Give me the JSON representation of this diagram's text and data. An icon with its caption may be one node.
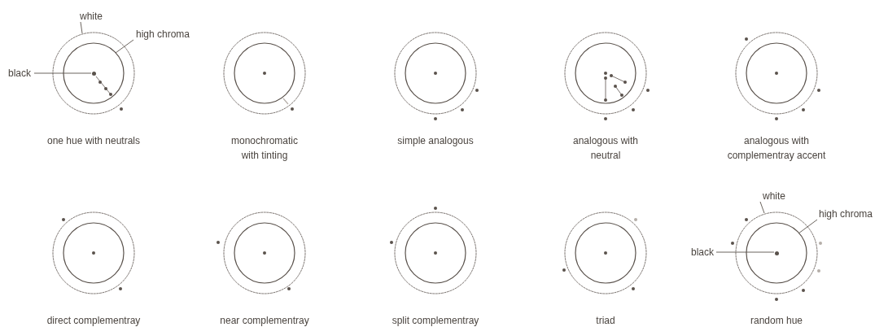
{
  "diagram": {
    "nodes": [
      {
        "text": [
          "white"
        ]
      },
      {
        "text": [
          "high chroma"
        ]
      },
      {
        "text": [
          "black"
        ]
      },
      {
        "text": [],
        "shape": "circle",
        "beside": [
          "one hue with neutrals"
        ]
      },
      {
        "text": [],
        "shape": "circle",
        "in": 3
      },
      {
        "text": [],
        "shape": "circle",
        "in": 4
      },
      {
        "text": [],
        "shape": "circle",
        "beside": [
          "monochromatic with tinting"
        ]
      },
      {
        "text": [],
        "shape": "circle",
        "beside": [
          "simple analogous"
        ]
      },
      {
        "text": [],
        "shape": "circle",
        "beside": [
          "analogous with neutral"
        ]
      },
      {
        "text": [],
        "shape": "circle",
        "beside": [
          "analogous with complementray accent"
        ]
      },
      {
        "text": [],
        "shape": "circle",
        "beside": [
          "direct complementray"
        ]
      },
      {
        "text": [],
        "shape": "circle",
        "beside": [
          "near complementray"
        ]
      },
      {
        "text": [],
        "shape": "circle",
        "beside": [
          "split complementray"
        ]
      },
      {
        "text": [],
        "shape": "circle",
        "beside": [
          "triad"
        ]
      },
      {
        "text": [
          "white"
        ]
      },
      {
        "text": [
          "high chroma"
        ]
      },
      {
        "text": [
          "black"
        ]
      },
      {
        "text": [],
        "shape": "circle",
        "beside": [
          "random hue"
        ]
      },
      {
        "text": [],
        "shape": "circle",
        "in": 17
      },
      {
        "text": [],
        "shape": "circle",
        "in": 18
      }
    ],
    "edges": [
      {
        "from": 0,
        "to": 3,
        "arrow": "none"
      },
      {
        "from": 1,
        "to": 4,
        "arrow": "none"
      },
      {
        "from": 2,
        "to": 5,
        "arrow": "none"
      },
      {
        "from": 14,
        "to": 17,
        "arrow": "none"
      },
      {
        "from": 15,
        "to": 18,
        "arrow": "none"
      },
      {
        "from": 16,
        "to": 19,
        "arrow": "none"
      }
    ]
  }
}
